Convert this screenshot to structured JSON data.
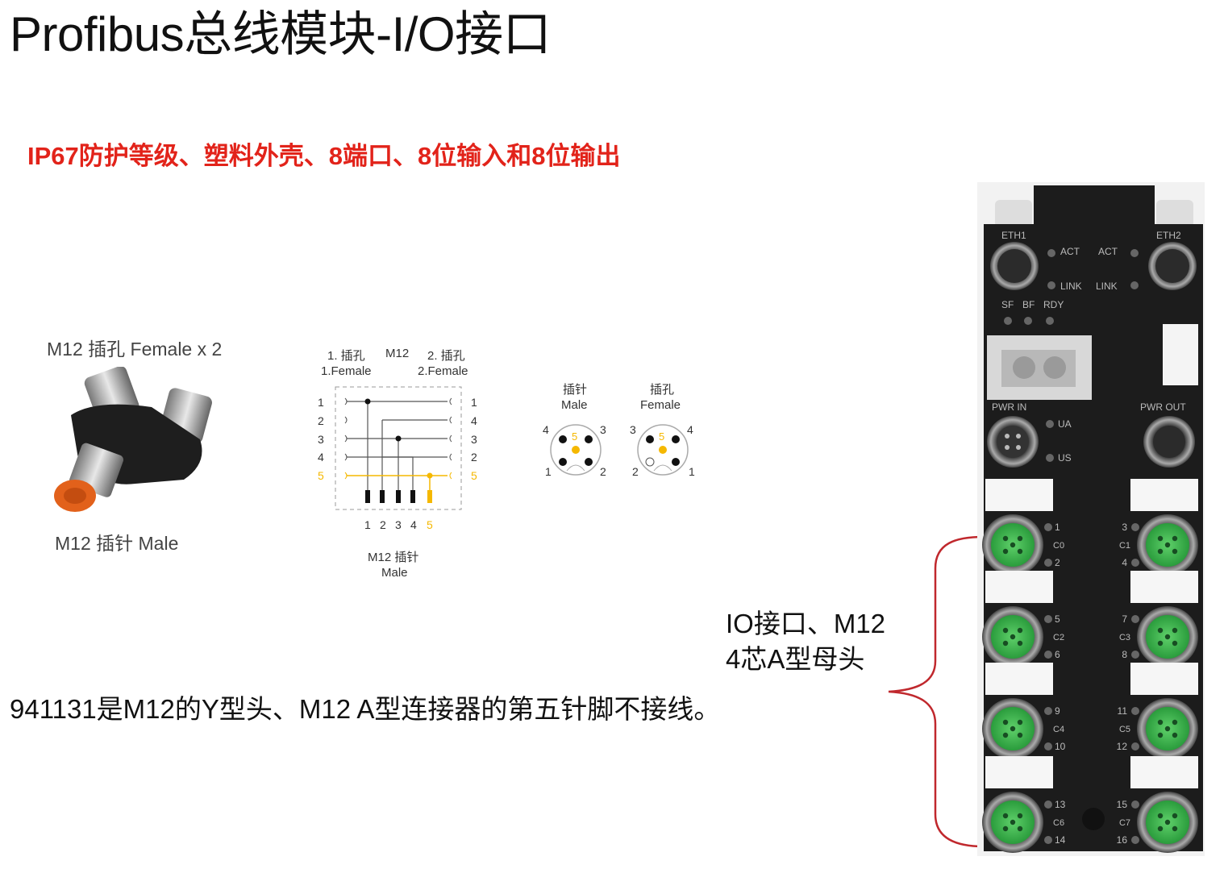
{
  "slide": {
    "title": "Profibus总线模块-I/O接口",
    "subtitle": "IP67防护等级、塑料外壳、8端口、8位输入和8位输出",
    "note": "941131是M12的Y型头、M12 A型连接器的第五针脚不接线。",
    "callout_line1": "IO接口、M12",
    "callout_line2": "4芯A型母头"
  },
  "y_connector": {
    "top_label": "M12 插孔 Female x 2",
    "bottom_label": "M12 插针 Male"
  },
  "wiring": {
    "header_left_cn": "1. 插孔",
    "header_left_en": "1.Female",
    "header_mid": "M12",
    "header_right_cn": "2. 插孔",
    "header_right_en": "2.Female",
    "left_pins": [
      "1",
      "2",
      "3",
      "4",
      "5"
    ],
    "right_pins": [
      "1",
      "4",
      "3",
      "2",
      "5"
    ],
    "bottom_pins": [
      "1",
      "2",
      "3",
      "4",
      "5"
    ],
    "footer_cn": "M12 插针",
    "footer_en": "Male",
    "accent_color": "#f5b800"
  },
  "pinout": {
    "male_cn": "插针",
    "male_en": "Male",
    "female_cn": "插孔",
    "female_en": "Female",
    "male_pins": [
      "4",
      "3",
      "5",
      "1",
      "2"
    ],
    "female_pins": [
      "3",
      "4",
      "5",
      "2",
      "1"
    ]
  },
  "device": {
    "eth1": "ETH1",
    "eth2": "ETH2",
    "act": "ACT",
    "link": "LINK",
    "sf": "SF",
    "bf": "BF",
    "rdy": "RDY",
    "pwr_in": "PWR IN",
    "pwr_out": "PWR OUT",
    "ua": "UA",
    "us": "US",
    "ports": [
      {
        "ch": "C0",
        "a": "1",
        "b": "2"
      },
      {
        "ch": "C1",
        "a": "3",
        "b": "4"
      },
      {
        "ch": "C2",
        "a": "5",
        "b": "6"
      },
      {
        "ch": "C3",
        "a": "7",
        "b": "8"
      },
      {
        "ch": "C4",
        "a": "9",
        "b": "10"
      },
      {
        "ch": "C5",
        "a": "11",
        "b": "12"
      },
      {
        "ch": "C6",
        "a": "13",
        "b": "14"
      },
      {
        "ch": "C7",
        "a": "15",
        "b": "16"
      }
    ],
    "body_color": "#1c1c1c",
    "port_color": "#3ab54a",
    "brace_color": "#c0282d"
  }
}
